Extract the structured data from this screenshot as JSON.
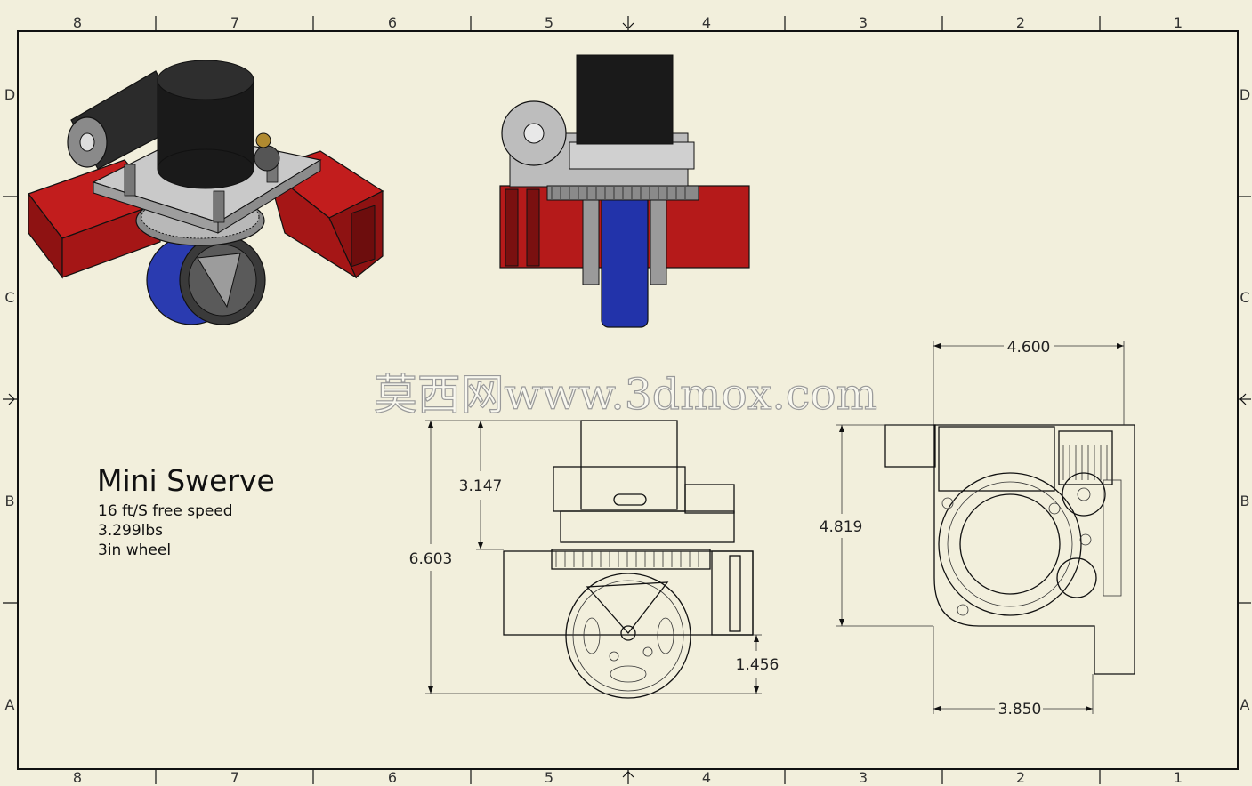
{
  "title_block": {
    "title": "Mini Swerve",
    "spec_speed": "16 ft/S free speed",
    "spec_weight": "3.299lbs",
    "spec_wheel": "3in wheel"
  },
  "zones": {
    "columns": [
      "8",
      "7",
      "6",
      "5",
      "4",
      "3",
      "2",
      "1"
    ],
    "rows": [
      "D",
      "C",
      "B",
      "A"
    ]
  },
  "dimensions": {
    "top_width": "4.600",
    "bottom_width": "3.850",
    "plan_height": "4.819",
    "side_upper": "3.147",
    "side_total": "6.603",
    "side_lower": "1.456"
  },
  "watermark": "莫西网www.3dmox.com",
  "colors": {
    "sheet": "#f2efdc",
    "tube_red": "#b01818",
    "wheel_blue": "#2233aa",
    "motor_black": "#1a1a1a",
    "frame_gray": "#b5b5b5"
  }
}
